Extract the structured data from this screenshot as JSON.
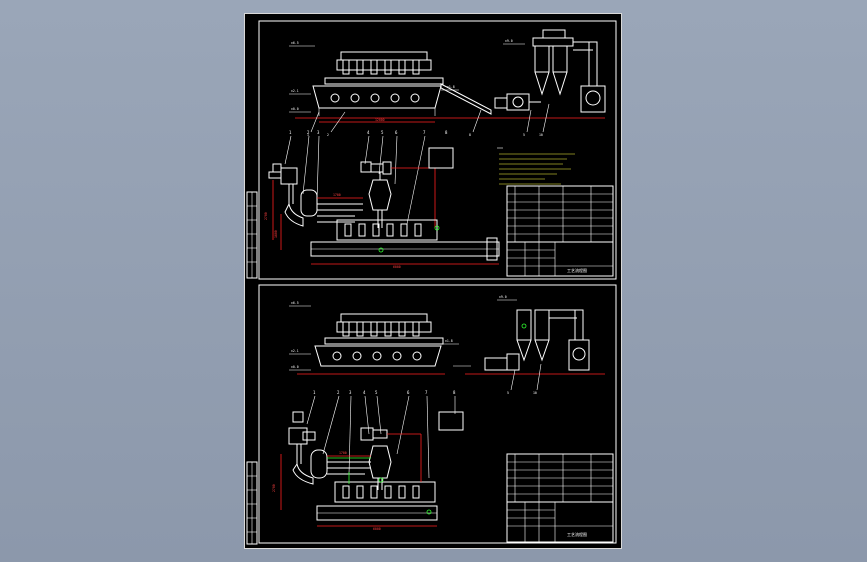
{
  "drawing": {
    "title_block_top": "工艺流程图",
    "title_block_bottom": "工艺流程图",
    "callouts_top": [
      "1",
      "2",
      "3",
      "4",
      "5",
      "6",
      "7",
      "8"
    ],
    "callouts_bottom": [
      "1",
      "2",
      "3",
      "4",
      "5",
      "6",
      "7",
      "8"
    ]
  },
  "colors": {
    "background": "#8c98ab",
    "sheet": "#000000",
    "lines": "#ffffff",
    "dimension": "#ff2020",
    "accent": "#30ff30"
  }
}
